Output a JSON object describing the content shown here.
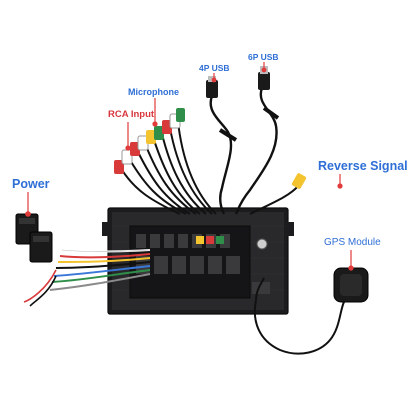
{
  "labels": {
    "power": "Power",
    "rca_input": "RCA Input",
    "microphone": "Microphone",
    "usb_4p": "4P USB",
    "usb_6p": "6P USB",
    "reverse_signal": "Reverse Signal",
    "gps_module": "GPS Module"
  },
  "colors": {
    "label_blue": "#2f6fd6",
    "label_red": "#d9363e",
    "pointer_red": "#e23b3b",
    "unit_body": "#222222",
    "cable": "#111111"
  }
}
